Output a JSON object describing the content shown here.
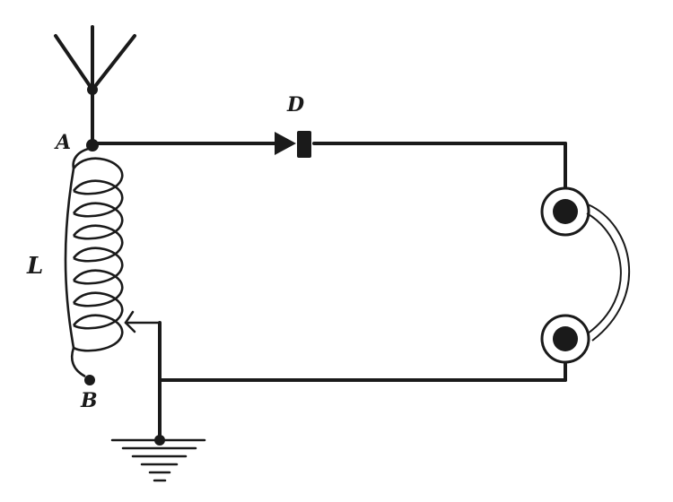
{
  "labels": {
    "antenna_junction": "A",
    "coil_end": "B",
    "detector": "D",
    "coil": "L"
  },
  "colors": {
    "ink": "#1a1a1a",
    "paper": "#ffffff"
  }
}
